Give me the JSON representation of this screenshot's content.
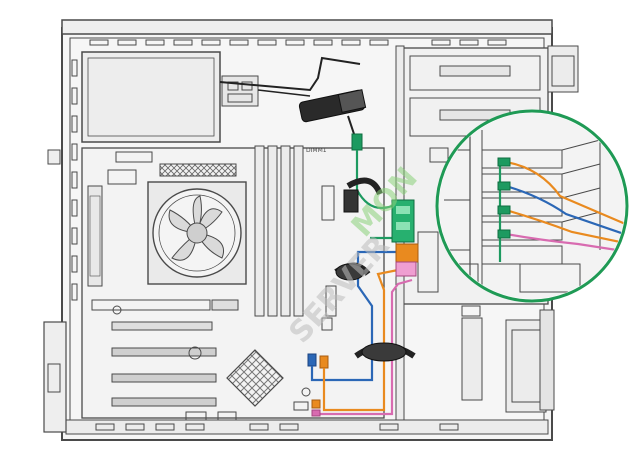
{
  "labels": {
    "dimm_label": "DIMM1",
    "watermark_left": "SERVER",
    "watermark_right": "MON"
  },
  "colors": {
    "outline": "#4a4a4a",
    "chassis_fill": "#f6f6f6",
    "part_fill": "#e9e9e9",
    "callout_ring": "#1f9a55",
    "cable_black": "#222222",
    "cable_green": "#1d9a60",
    "cable_blue": "#2b67b6",
    "cable_orange": "#e98a1f",
    "cable_pink": "#d86bb0",
    "watermark_gray": "#bdbdbd",
    "watermark_green": "#8bd27a"
  },
  "icons": {
    "cpu_fan": "fan-icon",
    "cable_clip": "cable-clip-icon",
    "heat_sink": "heatsink-icon"
  }
}
